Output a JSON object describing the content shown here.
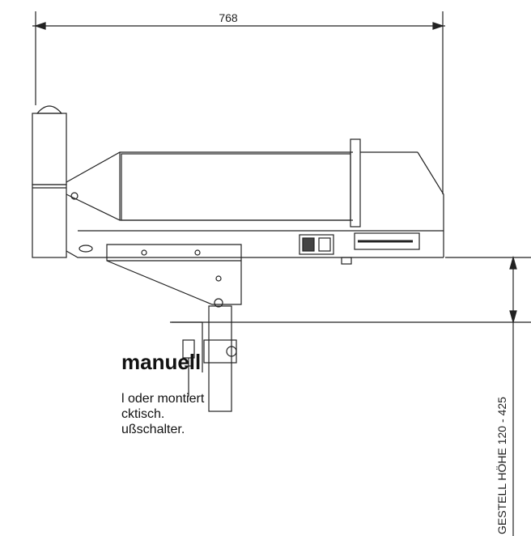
{
  "dimension_width": "768",
  "height_label": "GESTELL HÖHE 120 - 425",
  "heading": "manuell",
  "text_lines": [
    "l oder montiert",
    "cktisch.",
    "ußschalter."
  ]
}
